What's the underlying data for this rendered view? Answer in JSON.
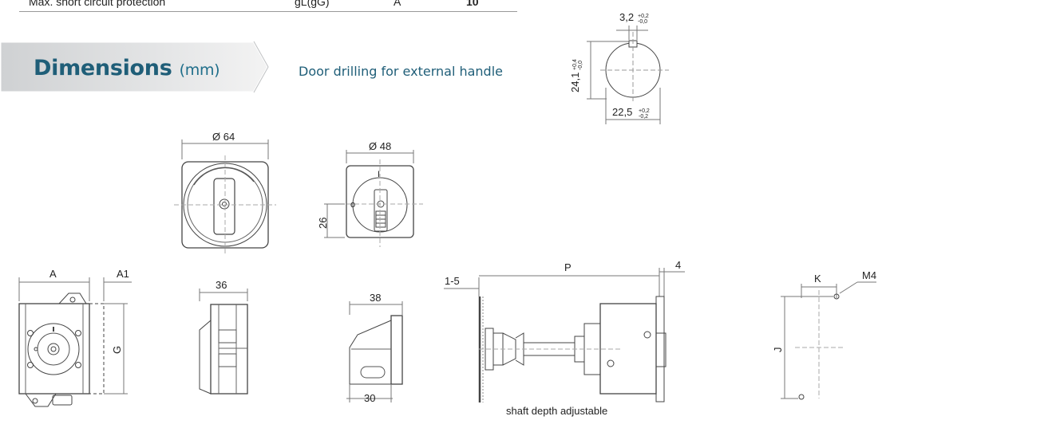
{
  "table_row": {
    "label": "Max. short circuit protection",
    "type": "gL(gG)",
    "unit": "A",
    "value": "10"
  },
  "section": {
    "title": "Dimensions",
    "unit": "(mm)",
    "door_caption": "Door drilling for external handle"
  },
  "dims": {
    "door_width": "3,2",
    "door_width_tol_up": "+0,2",
    "door_width_tol_down": "-0,0",
    "door_height": "24,1",
    "door_height_tol_up": "+0,4",
    "door_height_tol_down": "-0,0",
    "door_dia": "22,5",
    "door_dia_tol_up": "+0,2",
    "door_dia_tol_down": "-0,2",
    "handle_large": "Ø 64",
    "handle_small": "Ø 48",
    "handle_small_offset": "26",
    "pos_on": "I",
    "pos_off": "o",
    "A": "A",
    "A1": "A1",
    "G": "G",
    "w36": "36",
    "w38": "38",
    "w30": "30",
    "r15": "1-5",
    "P": "P",
    "w4": "4",
    "shaft_caption": "shaft depth adjustable",
    "K": "K",
    "M4": "M4",
    "J": "J"
  }
}
